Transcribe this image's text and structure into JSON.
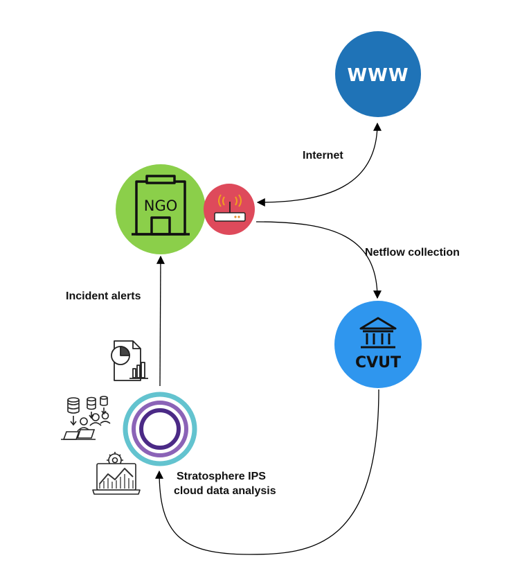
{
  "nodes": {
    "www": {
      "label": "WWW",
      "color": "#1f73b7"
    },
    "ngo": {
      "label": "NGO",
      "color": "#8bcf4a"
    },
    "router": {
      "color": "#de4a5b"
    },
    "cvut": {
      "label": "CVUT",
      "color": "#2f96ee"
    },
    "stratosphere": {
      "label_line1": "Stratosphere IPS",
      "label_line2": "cloud data analysis",
      "outer_ring_color": "#63c3cf",
      "mid_ring_color": "#8b63b7",
      "inner_ring_color": "#4b2a86"
    }
  },
  "edges": {
    "internet": "Internet",
    "netflow": "Netflow collection",
    "incident_alerts": "Incident alerts"
  }
}
